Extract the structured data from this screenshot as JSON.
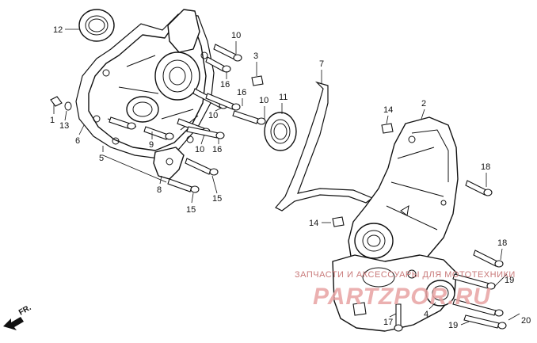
{
  "callouts": [
    {
      "id": "12",
      "text": "12"
    },
    {
      "id": "10a",
      "text": "10"
    },
    {
      "id": "3",
      "text": "3"
    },
    {
      "id": "16a",
      "text": "16"
    },
    {
      "id": "7",
      "text": "7"
    },
    {
      "id": "16b",
      "text": "16"
    },
    {
      "id": "10b",
      "text": "10"
    },
    {
      "id": "11",
      "text": "11"
    },
    {
      "id": "1",
      "text": "1"
    },
    {
      "id": "13",
      "text": "13"
    },
    {
      "id": "10c",
      "text": "10"
    },
    {
      "id": "14a",
      "text": "14"
    },
    {
      "id": "2",
      "text": "2"
    },
    {
      "id": "6",
      "text": "6"
    },
    {
      "id": "9",
      "text": "9"
    },
    {
      "id": "10d",
      "text": "10"
    },
    {
      "id": "16c",
      "text": "16"
    },
    {
      "id": "5",
      "text": "5"
    },
    {
      "id": "18a",
      "text": "18"
    },
    {
      "id": "8",
      "text": "8"
    },
    {
      "id": "15a",
      "text": "15"
    },
    {
      "id": "15b",
      "text": "15"
    },
    {
      "id": "14b",
      "text": "14"
    },
    {
      "id": "18b",
      "text": "18"
    },
    {
      "id": "19a",
      "text": "19"
    },
    {
      "id": "17",
      "text": "17"
    },
    {
      "id": "4",
      "text": "4"
    },
    {
      "id": "19b",
      "text": "19"
    },
    {
      "id": "20",
      "text": "20"
    }
  ],
  "watermark": {
    "caption": "ЗАПЧАСТИ И АКСЕССУАРЫ ДЛЯ МОТОТЕХНИКИ",
    "brand": "PARTZPOR.RU"
  },
  "direction_label": "FR."
}
